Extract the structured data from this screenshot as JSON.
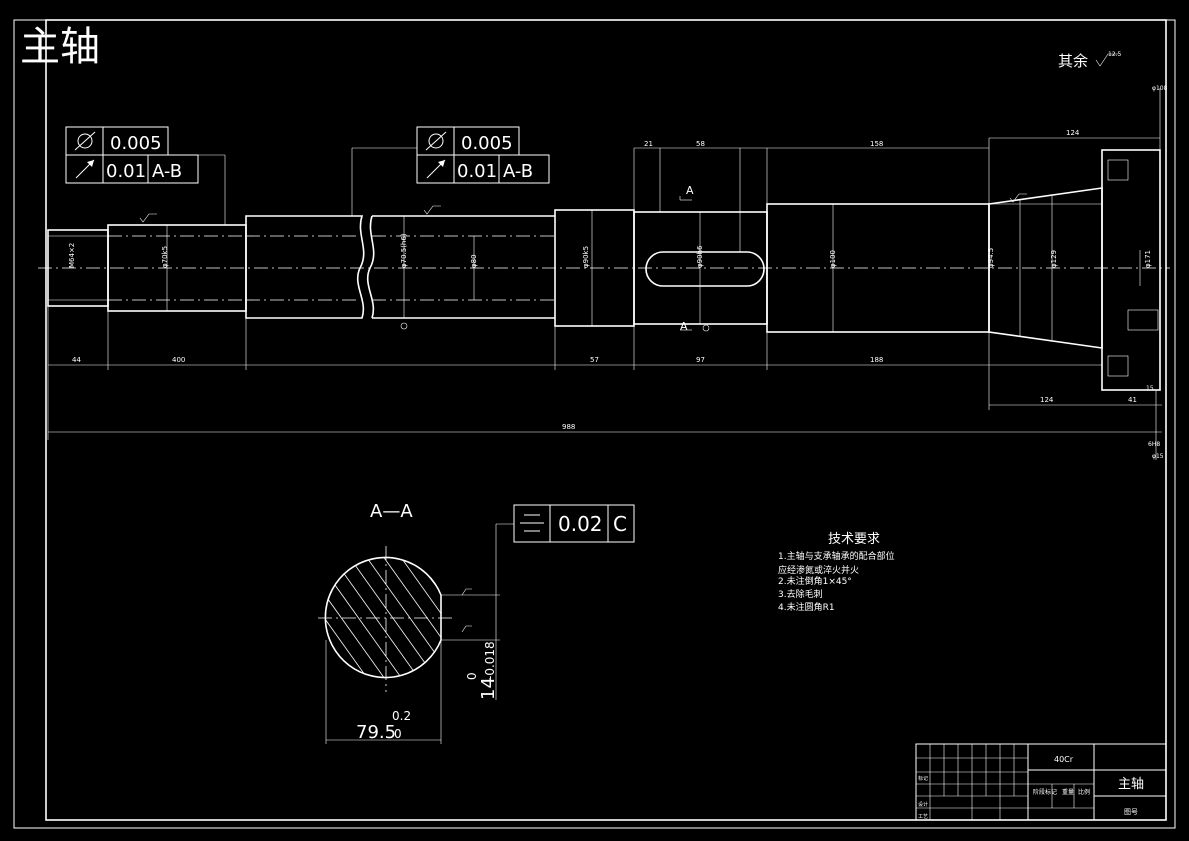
{
  "drawing": {
    "title": "主轴",
    "roughness_note": "其余",
    "roughness_value": "12.5"
  },
  "tolerance_frames": [
    {
      "symbol1": "cylindricity",
      "value1": "0.005",
      "symbol2": "runout",
      "value2": "0.01",
      "datum": "A-B"
    },
    {
      "symbol1": "cylindricity",
      "value1": "0.005",
      "symbol2": "runout",
      "value2": "0.01",
      "datum": "A-B"
    }
  ],
  "section": {
    "label": "A—A",
    "tolerance": {
      "value": "0.02",
      "datum": "C"
    },
    "dim_width": "79.5",
    "dim_width_upper": "0.2",
    "dim_width_lower": "0",
    "dim_key": "14",
    "dim_key_upper": "0",
    "dim_key_lower": "-0.018"
  },
  "dims": {
    "d44": "44",
    "d400": "400",
    "d57": "57",
    "d97": "97",
    "d188": "188",
    "d124a": "124",
    "d124b": "124",
    "d41": "41",
    "d21": "21",
    "d58": "58",
    "d158": "158",
    "overall": "988",
    "d15": "15"
  },
  "notes": {
    "heading": "技术要求",
    "items": [
      "1.主轴与支承轴承的配合部位",
      "  应经渗氮或淬火并火",
      "2.未注倒角1×45°",
      "3.去除毛刺",
      "4.未注圆角R1"
    ]
  },
  "title_block": {
    "material": "40Cr",
    "name": "主轴",
    "drawing_no": "图号",
    "scale_label": "比例"
  },
  "colors": {
    "title": "#ffff00",
    "line": "#ffffff",
    "background": "#000000"
  }
}
